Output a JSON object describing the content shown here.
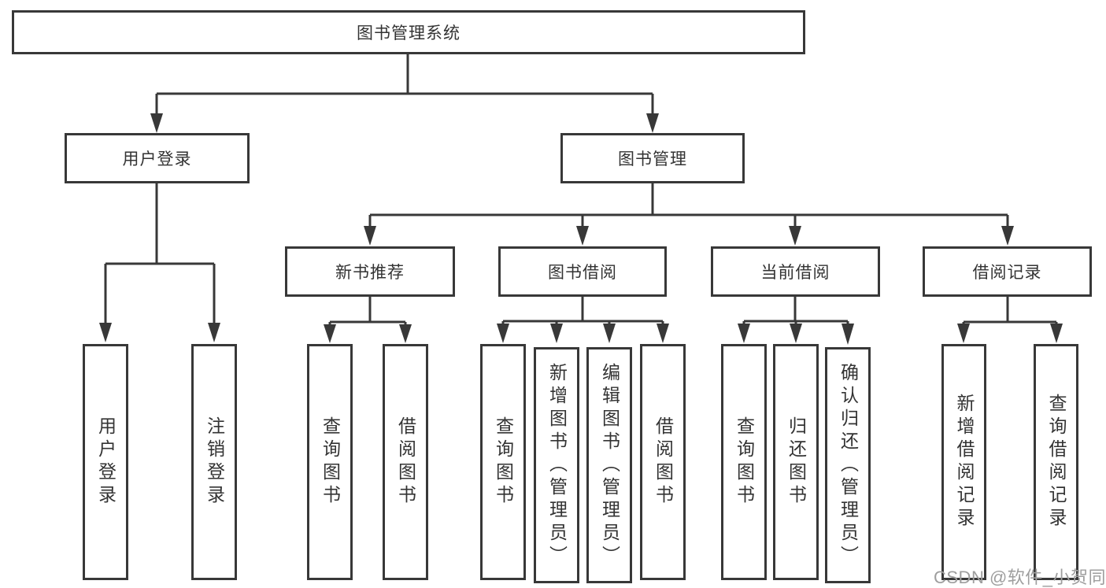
{
  "diagram": {
    "tree": {
      "label": "图书管理系统",
      "children": [
        {
          "label": "用户登录",
          "children": [
            {
              "label": "用户登录"
            },
            {
              "label": "注销登录"
            }
          ]
        },
        {
          "label": "图书管理",
          "children": [
            {
              "label": "新书推荐",
              "children": [
                {
                  "label": "查询图书"
                },
                {
                  "label": "借阅图书"
                }
              ]
            },
            {
              "label": "图书借阅",
              "children": [
                {
                  "label": "查询图书"
                },
                {
                  "label": "新增图书（管理员）"
                },
                {
                  "label": "编辑图书（管理员）"
                },
                {
                  "label": "借阅图书"
                }
              ]
            },
            {
              "label": "当前借阅",
              "children": [
                {
                  "label": "查询图书"
                },
                {
                  "label": "归还图书"
                },
                {
                  "label": "确认归还（管理员）"
                }
              ]
            },
            {
              "label": "借阅记录",
              "children": [
                {
                  "label": "新增借阅记录"
                },
                {
                  "label": "查询借阅记录"
                }
              ]
            }
          ]
        }
      ]
    }
  },
  "watermark": {
    "text": "CSDN @软件_小贺同学"
  },
  "colors": {
    "line": "#383838",
    "box_border": "#383838",
    "box_fill": "#ffffff",
    "text": "#333333",
    "watermark": "#9e9e9e",
    "background": "#ffffff"
  }
}
